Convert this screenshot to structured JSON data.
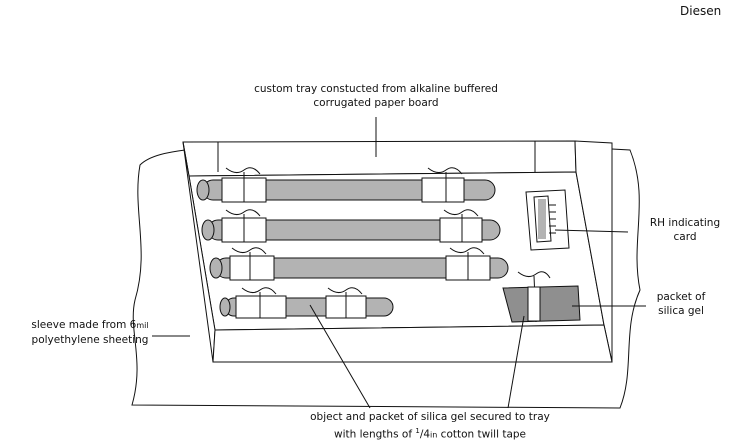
{
  "author": "Diesen",
  "labels": {
    "tray_line1": "custom tray constucted from alkaline buffered",
    "tray_line2": "corrugated paper board",
    "rh_line1": "RH indicating",
    "rh_line2": "card",
    "packet_line1": "packet of",
    "packet_line2": "silica gel",
    "sleeve_line1_a": "sleeve made from 6",
    "sleeve_line1_unit": "mil",
    "sleeve_line2": "polyethylene sheeting",
    "bottom_line1": "object and packet of silica gel secured to tray",
    "bottom_line2_a": "with lengths of ",
    "bottom_line2_sup": "1",
    "bottom_line2_frac": "/4",
    "bottom_line2_unit": "in",
    "bottom_line2_b": " cotton twill tape"
  },
  "colors": {
    "line": "#111111",
    "tube_gray": "#b3b3b3",
    "packet_gray": "#8f8f8f",
    "white": "#ffffff"
  }
}
